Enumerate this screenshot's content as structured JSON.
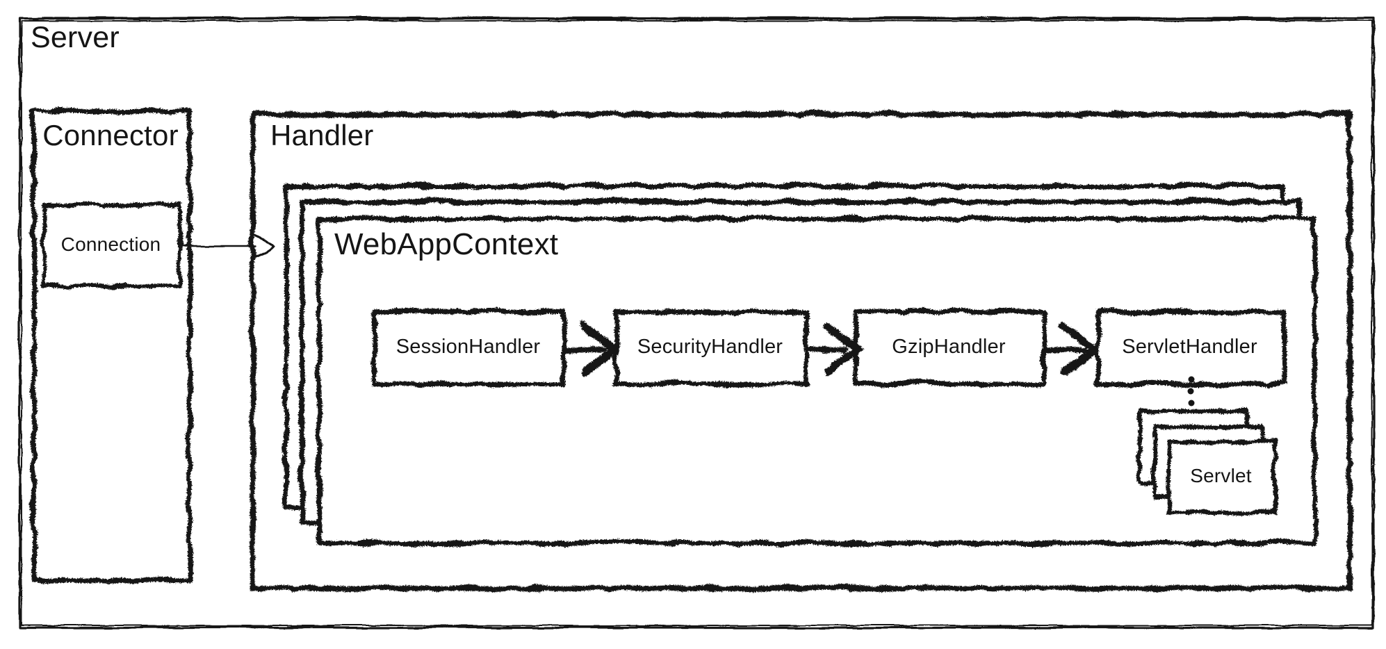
{
  "diagram": {
    "server_label": "Server",
    "connector_label": "Connector",
    "connection_label": "Connection",
    "handler_label": "Handler",
    "webapp_context_label": "WebAppContext",
    "webapp_context_stack_count": 3,
    "chain": [
      {
        "label": "SessionHandler"
      },
      {
        "label": "SecurityHandler"
      },
      {
        "label": "GzipHandler"
      },
      {
        "label": "ServletHandler"
      }
    ],
    "servlet_label": "Servlet",
    "servlet_stack_count": 3,
    "colors": {
      "ink": "#151515",
      "background": "#ffffff"
    }
  }
}
